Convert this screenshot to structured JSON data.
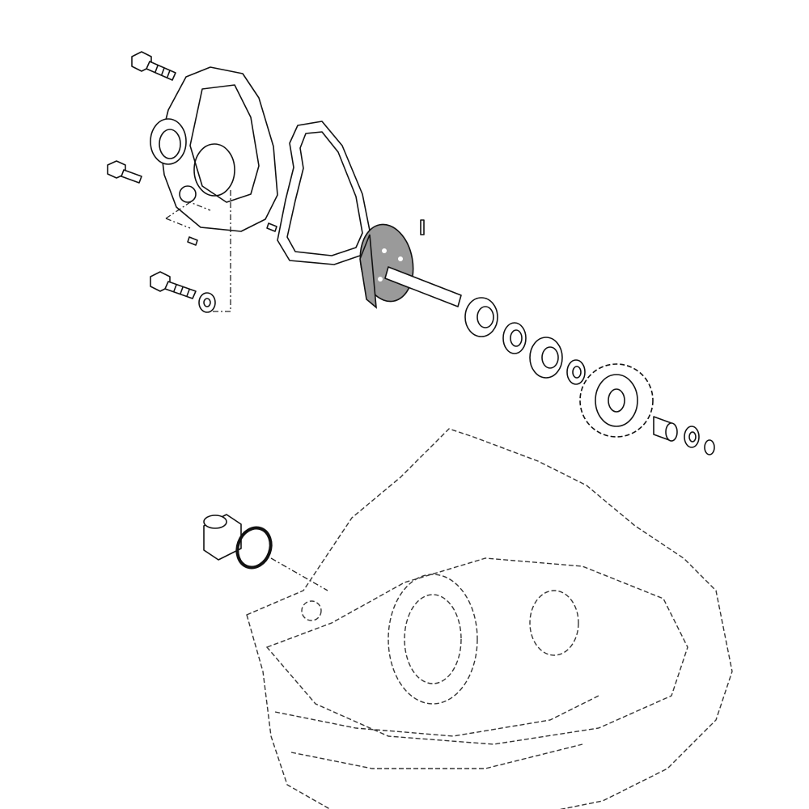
{
  "diagram": {
    "kind": "exploded-parts-view",
    "colors": {
      "line": "#111111",
      "impeller": "#9a9a9a",
      "background": "#ffffff"
    },
    "parts": [
      "bolt",
      "pump-cover",
      "gasket",
      "dowel-pin",
      "impeller-shaft",
      "bearing",
      "seal",
      "washer",
      "gear",
      "collar",
      "circlip",
      "o-ring",
      "crankcase"
    ]
  }
}
